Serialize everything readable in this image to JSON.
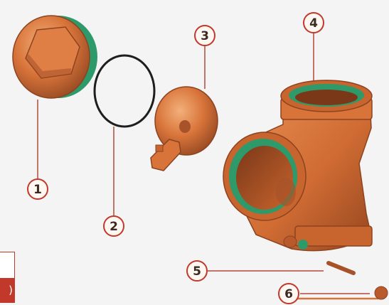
{
  "callouts": [
    {
      "id": "1",
      "part": "plug"
    },
    {
      "id": "2",
      "part": "o-ring"
    },
    {
      "id": "3",
      "part": "disc"
    },
    {
      "id": "4",
      "part": "body"
    },
    {
      "id": "5",
      "part": "pin"
    },
    {
      "id": "6",
      "part": "screw"
    }
  ],
  "edge_tab_text": ")",
  "colors": {
    "copper": "#d8743a",
    "copper_dark": "#a8522a",
    "copper_light": "#eb9a5c",
    "green": "#2e9a6a",
    "callout_ring": "#c0392b",
    "leader": "#b04a3a"
  }
}
